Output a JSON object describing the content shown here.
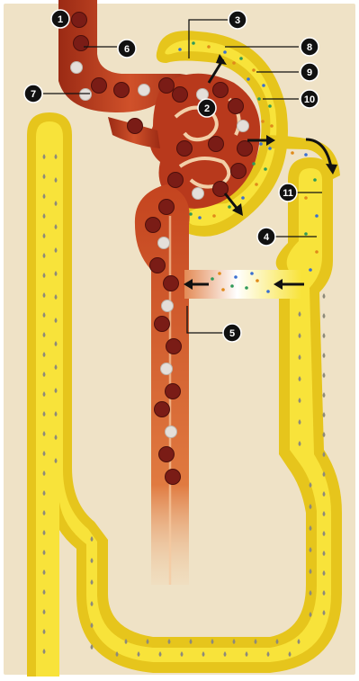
{
  "colors": {
    "background": "#efe2c6",
    "border": "#ffffff",
    "tubule_fill": "#f8e33a",
    "tubule_edge": "#e6c51c",
    "vessel": "#b8391c",
    "vessel_dark": "#8a2412",
    "vessel_light": "#f6c9a0",
    "red_cell": "#7a1c16",
    "white_cell": "#e4dfda",
    "droplet": "#8d8a7a",
    "dot_blue": "#3a6fd0",
    "dot_green": "#2f9a5a",
    "dot_orange": "#e08a1a",
    "marker_fill": "#111111",
    "marker_text": "#ffffff",
    "leader": "#111111",
    "arrow": "#111111"
  },
  "labels": [
    {
      "id": "label-1",
      "text": "1"
    },
    {
      "id": "label-2",
      "text": "2"
    },
    {
      "id": "label-3",
      "text": "3"
    },
    {
      "id": "label-4",
      "text": "4"
    },
    {
      "id": "label-5",
      "text": "5"
    },
    {
      "id": "label-6",
      "text": "6"
    },
    {
      "id": "label-7",
      "text": "7"
    },
    {
      "id": "label-8",
      "text": "8"
    },
    {
      "id": "label-9",
      "text": "9"
    },
    {
      "id": "label-10",
      "text": "10"
    },
    {
      "id": "label-11",
      "text": "11"
    }
  ]
}
